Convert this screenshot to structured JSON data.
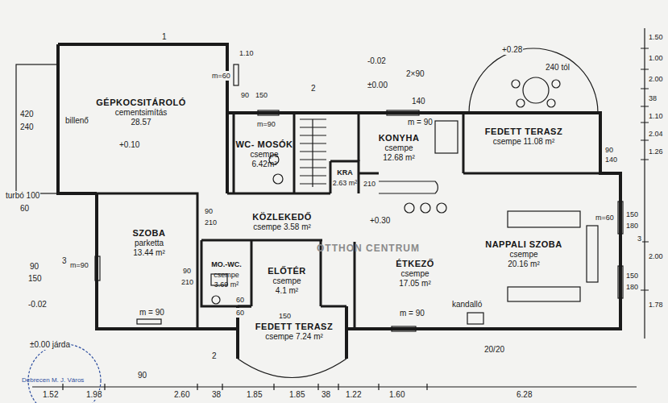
{
  "diagram": {
    "nodes": [
      {
        "text": [
          "GÉPKOCSITÁROLÓ",
          "cementsimítás",
          "28.57"
        ]
      },
      {
        "text": [
          "WC- MOSÓK",
          "csempe",
          "6.42m²"
        ]
      },
      {
        "text": [
          "KONYHA",
          "csempe",
          "12.68 m²"
        ]
      },
      {
        "text": [
          "KRA",
          "2.63 m²"
        ]
      },
      {
        "text": [
          "FEDETT TERASZ",
          "csempe 11.08 m²"
        ]
      },
      {
        "text": [
          "KÖZLEKEDŐ",
          "csempe 3.58 m²"
        ]
      },
      {
        "text": [
          "SZOBA",
          "parketta",
          "13.44 m²"
        ]
      },
      {
        "text": [
          "MO.-WC.",
          "csempe",
          "3.69 m²"
        ]
      },
      {
        "text": [
          "ELŐTÉR",
          "csempe",
          "4.1 m²"
        ]
      },
      {
        "text": [
          "ÉTKEZŐ",
          "csempe",
          "17.05 m²"
        ]
      },
      {
        "text": [
          "NAPPALI SZOBA",
          "csempe",
          "20.16 m²"
        ]
      },
      {
        "text": [
          "FEDETT TERASZ",
          "csempe 7.24 m²"
        ]
      }
    ],
    "labels": [
      "1",
      "1.10",
      "m=60",
      "90",
      "150",
      "-0.02",
      "±0.00",
      "2",
      "2×90",
      "140",
      "+0.28",
      "240 tól",
      "m = 90",
      "420",
      "240",
      "billenő",
      "+0.10",
      "m=90",
      "210",
      "turbó 100",
      "60",
      "90",
      "210",
      "+0.30",
      "90",
      "150",
      "3",
      "-0.02",
      "m=90",
      "m = 90",
      "90",
      "210",
      "60",
      "60",
      "150",
      "OTTHON CENTRUM",
      "m = 90",
      "kandalló",
      "20/20",
      "m=60",
      "150",
      "180",
      "3",
      "150",
      "180",
      "90",
      "140",
      "1.50",
      "1.00",
      "2.00",
      "38",
      "1.10",
      "2.04",
      "1.26",
      "2.00",
      "1.78",
      "±0.00 járda",
      "90",
      "2",
      "1.52",
      "1.98",
      "2.60",
      "38",
      "1.85",
      "1.85",
      "38",
      "1.22",
      "1.60",
      "6.28",
      "Debrecen M. J. Város"
    ]
  }
}
